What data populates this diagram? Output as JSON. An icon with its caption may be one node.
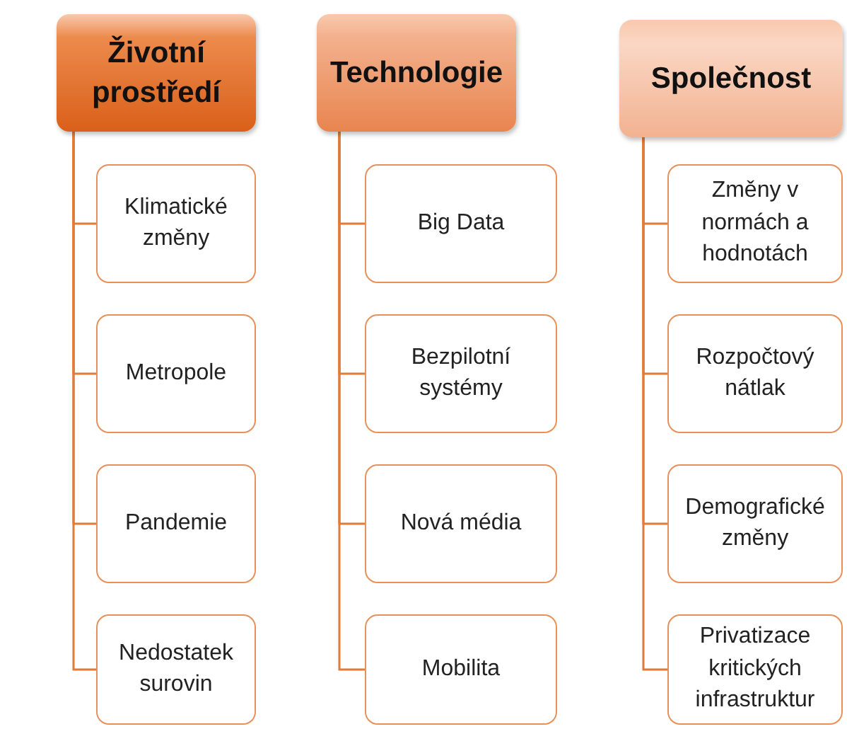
{
  "diagram": {
    "nodes": [
      {
        "text": [
          "Životní prostředí"
        ]
      },
      {
        "text": [
          "Klimatické změny"
        ]
      },
      {
        "text": [
          "Metropole"
        ]
      },
      {
        "text": [
          "Pandemie"
        ]
      },
      {
        "text": [
          "Nedostatek surovin"
        ]
      },
      {
        "text": [
          "Technologie"
        ]
      },
      {
        "text": [
          "Big Data"
        ]
      },
      {
        "text": [
          "Bezpilotní systémy"
        ]
      },
      {
        "text": [
          "Nová média"
        ]
      },
      {
        "text": [
          "Mobilita"
        ]
      },
      {
        "text": [
          "Společnost"
        ]
      },
      {
        "text": [
          "Změny v normách a hodnotách"
        ]
      },
      {
        "text": [
          "Rozpočtový nátlak"
        ]
      },
      {
        "text": [
          "Demografické změny"
        ]
      },
      {
        "text": [
          "Privatizace kritických infrastruktur"
        ]
      }
    ],
    "edges": [
      {
        "from": 0,
        "to": 1,
        "arrow": "none"
      },
      {
        "from": 0,
        "to": 2,
        "arrow": "none"
      },
      {
        "from": 0,
        "to": 3,
        "arrow": "none"
      },
      {
        "from": 0,
        "to": 4,
        "arrow": "none"
      },
      {
        "from": 5,
        "to": 6,
        "arrow": "none"
      },
      {
        "from": 5,
        "to": 7,
        "arrow": "none"
      },
      {
        "from": 5,
        "to": 8,
        "arrow": "none"
      },
      {
        "from": 5,
        "to": 9,
        "arrow": "none"
      },
      {
        "from": 10,
        "to": 11,
        "arrow": "none"
      },
      {
        "from": 10,
        "to": 12,
        "arrow": "none"
      },
      {
        "from": 10,
        "to": 13,
        "arrow": "none"
      },
      {
        "from": 10,
        "to": 14,
        "arrow": "none"
      }
    ]
  }
}
